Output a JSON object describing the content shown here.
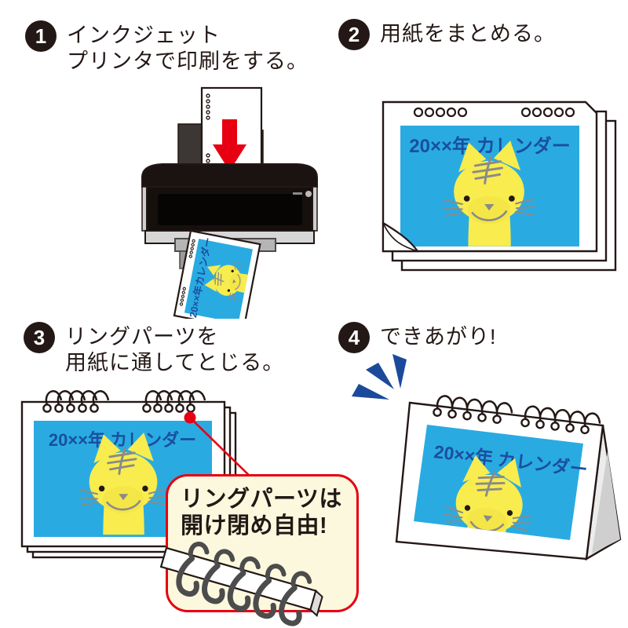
{
  "steps": [
    {
      "number": "1",
      "title": "インクジェット\nプリンタで印刷をする。"
    },
    {
      "number": "2",
      "title": "用紙をまとめる。"
    },
    {
      "number": "3",
      "title": "リングパーツを\n用紙に通してとじる。"
    },
    {
      "number": "4",
      "title": "できあがり!"
    }
  ],
  "calendar": {
    "title": "20××年 カレンダー",
    "title_compact": "20××年カレンダー"
  },
  "callout": {
    "text": "リングパーツは\n開け閉め自由!"
  },
  "colors": {
    "badge": "#231815",
    "text": "#231815",
    "calendar_bg": "#29abe2",
    "calendar_title": "#1b4e9e",
    "cat_yellow": "#f8ec4e",
    "cat_gray": "#8a8a8a",
    "red": "#e60012",
    "accent_blue": "#1b4a9b",
    "callout_bg": "#fcf8de",
    "printer_dark": "#1a1311",
    "printer_base": "#d6d6d6"
  }
}
